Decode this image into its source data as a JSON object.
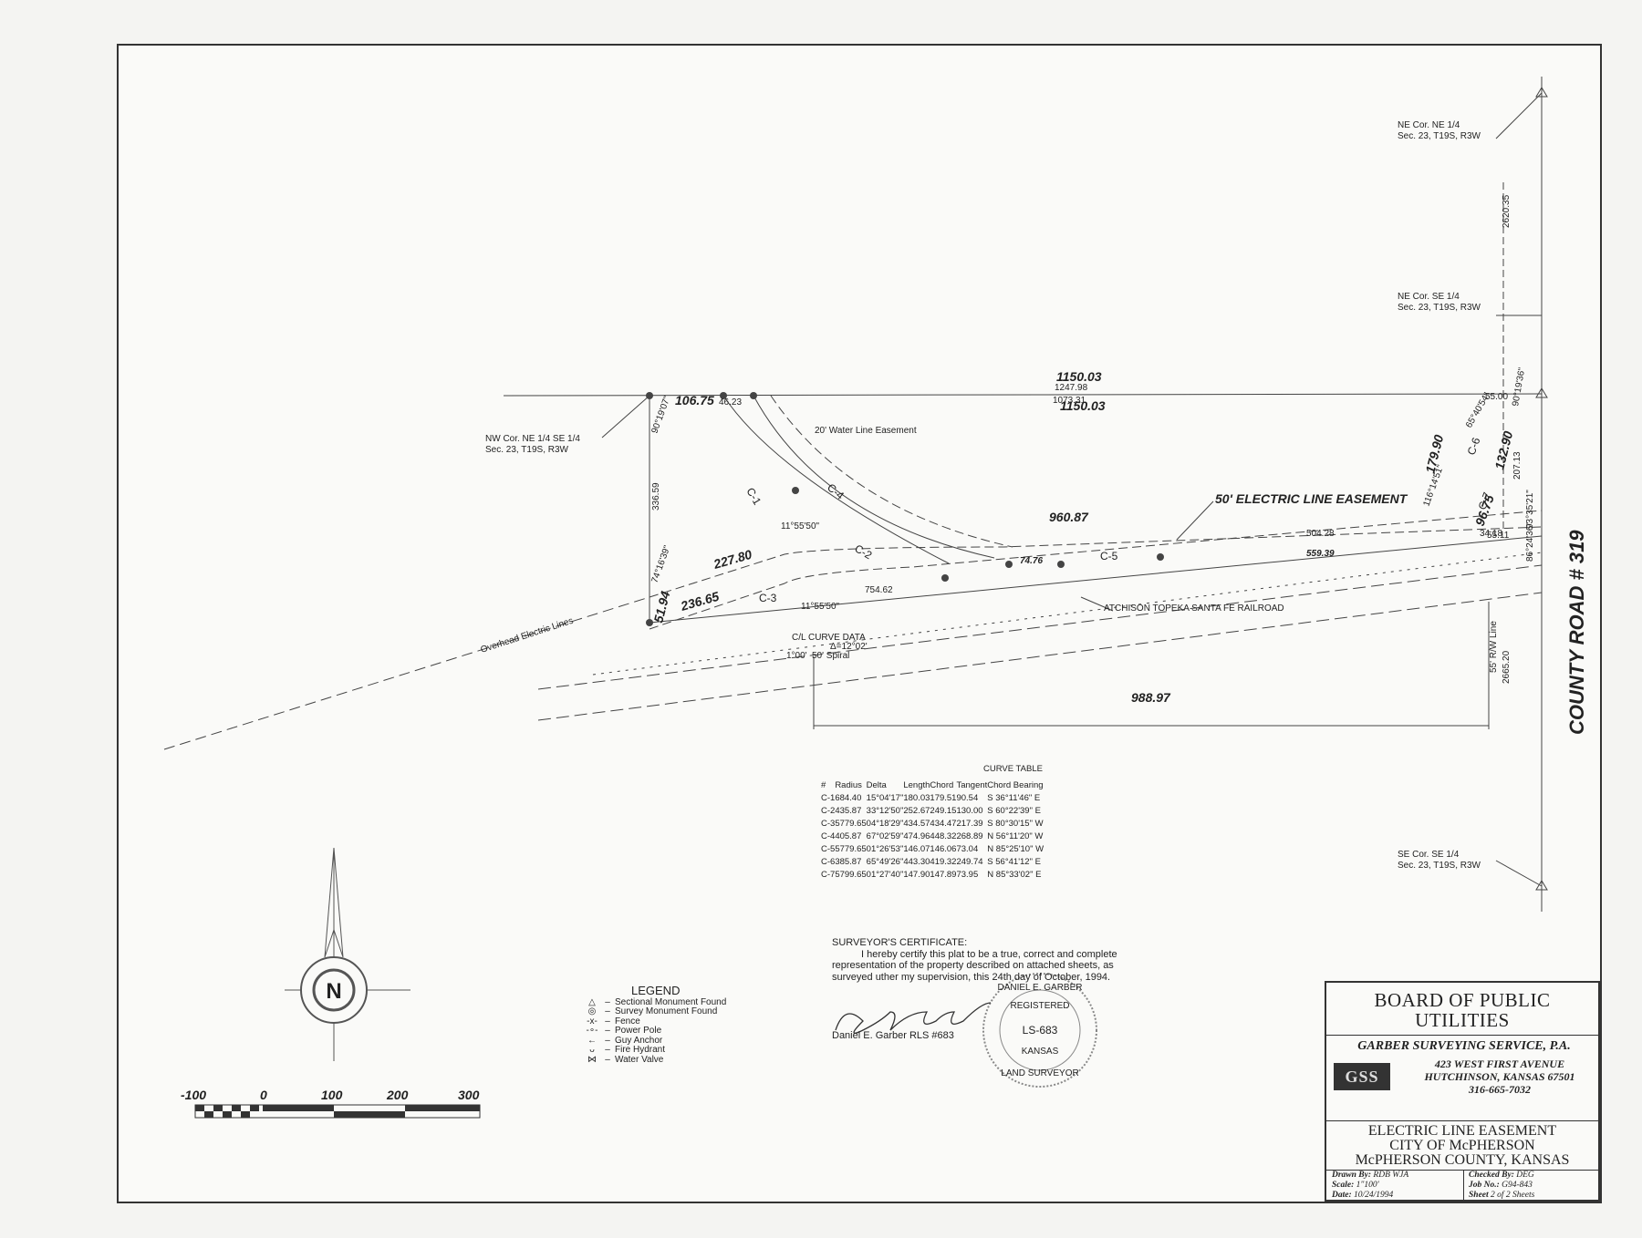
{
  "corners": {
    "ne_ne": [
      "NE Cor. NE 1/4",
      "Sec. 23, T19S, R3W"
    ],
    "ne_se": [
      "NE Cor. SE 1/4",
      "Sec. 23, T19S, R3W"
    ],
    "nw": [
      "NW Cor. NE 1/4 SE 1/4",
      "Sec. 23, T19S, R3W"
    ],
    "se_se": [
      "SE Cor. SE 1/4",
      "Sec. 23, T19S, R3W"
    ]
  },
  "labels": {
    "county_road": "COUNTY ROAD # 319",
    "easement": "50' ELECTRIC LINE EASEMENT",
    "water": "20' Water Line Easement",
    "railroad": "ATCHISON TOPEKA SANTA FE RAILROAD",
    "overhead": "Overhead Electric Lines",
    "rw_line": "55' R/W Line",
    "cl_curve": [
      "C/L CURVE DATA",
      "1°00'",
      "50' Spiral",
      "Δ=12°02'"
    ]
  },
  "dims": {
    "top_1150a": "1150.03",
    "top_1247": "1247.98",
    "top_1073": "1073.31",
    "top_1150b": "1150.03",
    "d10675": "106.75",
    "d4623": "46.23",
    "d33659": "336.59",
    "d22780": "227.80",
    "d23665": "236.65",
    "d5194": "51.94",
    "d96087": "960.87",
    "d7476": "74.76",
    "d55939": "559.39",
    "d50428": "504.28",
    "d75462": "754.62",
    "d98897": "988.97",
    "d17990": "179.90",
    "d13290": "132.90",
    "d9675": "96.75",
    "d20713": "207.13",
    "d5500": "55.00",
    "d2620": "2620.35",
    "d2665": "2665.20",
    "d5511": "55.11",
    "d3418": "34.18",
    "d1155": "11°55'50\"",
    "d1155b": "11°55'50\"",
    "d7416": "74°16'39\"",
    "d6540": "65°40'54\"",
    "d11614": "116°14'51\"",
    "d9035": "93°35'21\"",
    "d8624": "86°24'36\"",
    "d9019": "90°19'36\"",
    "d9019b": "90°19'07\""
  },
  "curves": {
    "c1": "C-1",
    "c2": "C-2",
    "c3": "C-3",
    "c4": "C-4",
    "c5": "C-5",
    "c6": "C-6",
    "c7": "C-7"
  },
  "curve_table": {
    "title": "CURVE TABLE",
    "headers": [
      "#",
      "Radius",
      "Delta",
      "Length",
      "Chord",
      "Tangent",
      "Chord Bearing"
    ],
    "rows": [
      [
        "C-1",
        "684.40",
        "15°04'17\"",
        "180.03",
        "179.51",
        "90.54",
        "S 36°11'46\" E"
      ],
      [
        "C-2",
        "435.87",
        "33°12'50\"",
        "252.67",
        "249.15",
        "130.00",
        "S 60°22'39\" E"
      ],
      [
        "C-3",
        "5779.65",
        "04°18'29\"",
        "434.57",
        "434.47",
        "217.39",
        "S 80°30'15\" W"
      ],
      [
        "C-4",
        "405.87",
        "67°02'59\"",
        "474.96",
        "448.32",
        "268.89",
        "N 56°11'20\" W"
      ],
      [
        "C-5",
        "5779.65",
        "01°26'53\"",
        "146.07",
        "146.06",
        "73.04",
        "N 85°25'10\" W"
      ],
      [
        "C-6",
        "385.87",
        "65°49'26\"",
        "443.30",
        "419.32",
        "249.74",
        "S 56°41'12\" E"
      ],
      [
        "C-7",
        "5799.65",
        "01°27'40\"",
        "147.90",
        "147.89",
        "73.95",
        "N 85°33'02\" E"
      ]
    ]
  },
  "legend": {
    "title": "LEGEND",
    "items": [
      {
        "sym": "△",
        "text": "Sectional Monument Found"
      },
      {
        "sym": "◎",
        "text": "Survey Monument Found"
      },
      {
        "sym": "-x-",
        "text": "Fence"
      },
      {
        "sym": "-∘-",
        "text": "Power Pole"
      },
      {
        "sym": "←",
        "text": "Guy Anchor"
      },
      {
        "sym": "ᴗ",
        "text": "Fire Hydrant"
      },
      {
        "sym": "⋈",
        "text": "Water Valve"
      }
    ]
  },
  "certificate": {
    "heading": "SURVEYOR'S CERTIFICATE:",
    "lines": [
      "I hereby certify this plat to be a true, correct and complete",
      "representation of the property described on attached sheets, as",
      "surveyed uther my supervision, this 24th day of October, 1994."
    ],
    "signer": "Daniel E. Garber   RLS #683"
  },
  "seal": {
    "top": "DANIEL E. GARBER",
    "mid1": "REGISTERED",
    "num": "LS-683",
    "state": "KANSAS",
    "bottom": "LAND SURVEYOR"
  },
  "north": "N",
  "scale": [
    "-100",
    "0",
    "100",
    "200",
    "300"
  ],
  "title_block": {
    "board": [
      "BOARD OF PUBLIC",
      "UTILITIES"
    ],
    "firm": "GARBER SURVEYING SERVICE, P.A.",
    "logo": "GSS",
    "address": [
      "423 WEST FIRST AVENUE",
      "HUTCHINSON, KANSAS 67501",
      "316-665-7032"
    ],
    "project": [
      "ELECTRIC LINE EASEMENT",
      "CITY OF McPHERSON",
      "McPHERSON COUNTY, KANSAS"
    ],
    "drawn_lbl": "Drawn By:",
    "drawn": "RDB WJA",
    "checked_lbl": "Checked By:",
    "checked": "DEG",
    "scale_lbl": "Scale:",
    "scale": "1\"100'",
    "job_lbl": "Job No.:",
    "job": "G94-843",
    "date_lbl": "Date:",
    "date": "10/24/1994",
    "sheet_lbl": "Sheet",
    "sheet": "2 of 2 Sheets"
  }
}
